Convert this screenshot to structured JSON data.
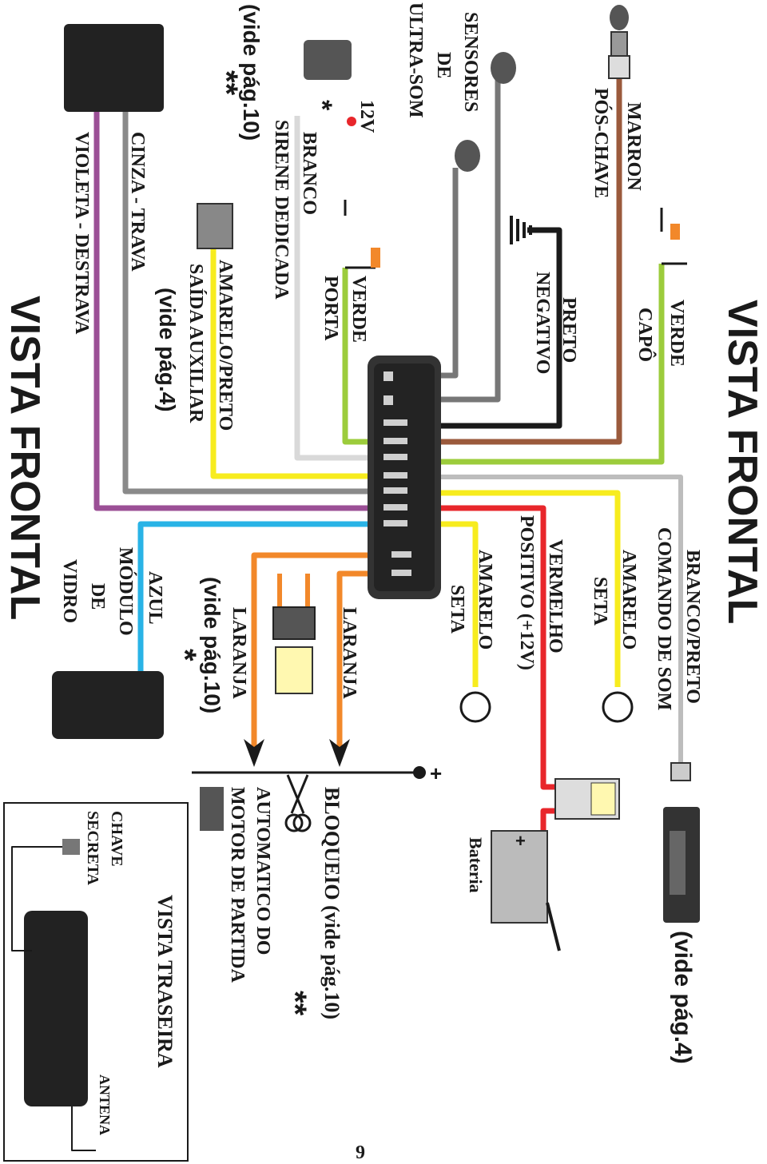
{
  "titles": {
    "front_right": "VISTA FRONTAL",
    "front_left": "VISTA FRONTAL",
    "rear": "VISTA TRASEIRA"
  },
  "labels": {
    "marron": "MARRON",
    "pos_chave": "PÓS-CHAVE",
    "verde_capo": "VERDE",
    "capo": "CAPÔ",
    "preto": "PRETO",
    "negativo": "NEGATIVO",
    "sensores": "SENSORES",
    "de": "DE",
    "ultra_som": "ULTRA-SOM",
    "v12": "12V",
    "asterisk": "*",
    "branco": "BRANCO",
    "sirene": "SIRENE DEDICADA",
    "vide10_sirene": "(vide pág.10)",
    "double_asterisk": "**",
    "verde_porta": "VERDE",
    "porta": "PORTA",
    "amarelo_preto": "AMARELO/PRETO",
    "saida_aux": "SAÍDA AUXILIAR",
    "vide4_aux": "(vide pág.4)",
    "cinza": "CINZA - TRAVA",
    "violeta": "VIOLETA - DESTRAVA",
    "branco_preto": "BRANCO/PRETO",
    "comando_som": "COMANDO DE SOM",
    "amarelo_seta1": "AMARELO",
    "seta1": "SETA",
    "vermelho": "VERMELHO",
    "positivo": "POSITIVO (+12V)",
    "amarelo_seta2": "AMARELO",
    "seta2": "SETA",
    "laranja1": "LARANJA",
    "laranja2": "LARANJA",
    "vide10_laranja": "(vide pág.10)",
    "azul": "AZUL",
    "modulo": "MÓDULO",
    "de_vidro": "DE",
    "vidro": "VIDRO",
    "vide4_som": "(vide pág.4)",
    "bateria": "Bateria",
    "plus": "+",
    "bloqueio": "BLOQUEIO (vide pág.10)",
    "automatico": "AUTOMATICO DO",
    "motor": "MOTOR DE PARTIDA",
    "chave": "CHAVE",
    "secreta": "SECRETA",
    "antena": "ANTENA",
    "page_number": "9"
  },
  "colors": {
    "marron": "#9b5a3c",
    "verde": "#9ccc3c",
    "preto": "#1a1a1a",
    "cinza": "#8a8a8a",
    "branco": "#d9d9d9",
    "amarelo": "#f7ec1e",
    "violeta": "#9b4f96",
    "azul": "#29b3e6",
    "vermelho": "#e8262b",
    "laranja": "#f2882a",
    "connector": "#333333"
  }
}
